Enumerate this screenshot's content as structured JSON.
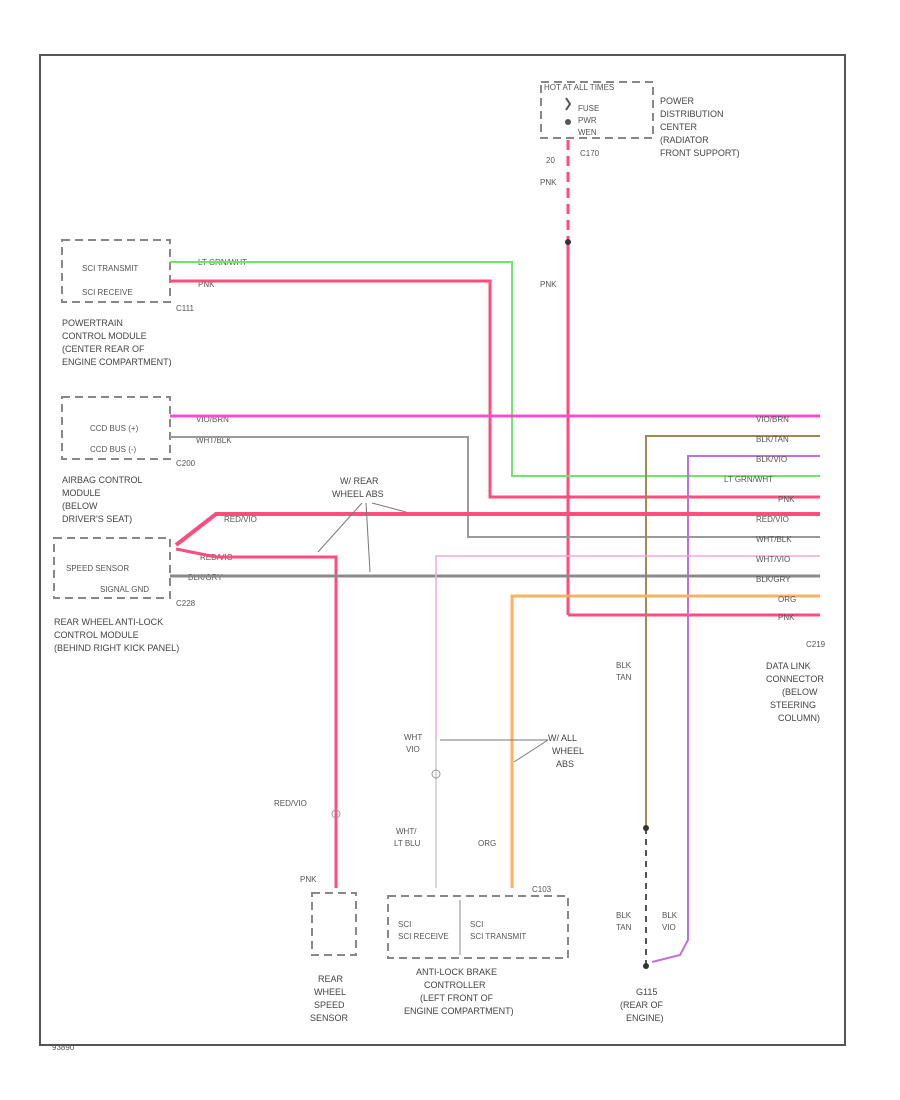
{
  "pdc": {
    "hot_label": "HOT AT ALL TIMES",
    "fuse_label": "FUSE",
    "fuse_sub1": "PWR",
    "fuse_sub2": "WEN",
    "name": [
      "POWER",
      "DISTRIBUTION",
      "CENTER",
      "(RADIATOR",
      "FRONT SUPPORT)"
    ],
    "connector": "C170",
    "wire_num": "20",
    "wire_upper": "PNK",
    "wire_lower": "PNK"
  },
  "pcm": {
    "pin1": "SCI TRANSMIT",
    "pin2": "SCI RECEIVE",
    "wire1": "LT GRN/WHT",
    "wire2": "PNK",
    "connector": "C111",
    "name": [
      "POWERTRAIN",
      "CONTROL MODULE",
      "(CENTER REAR OF",
      "ENGINE COMPARTMENT)"
    ]
  },
  "acm": {
    "pin1": "CCD BUS (+)",
    "pin2": "CCD BUS (-)",
    "wire1": "VIO/BRN",
    "wire2": "WHT/BLK",
    "connector": "C200",
    "name": [
      "AIRBAG CONTROL",
      "MODULE",
      "(BELOW",
      "DRIVER'S SEAT)"
    ]
  },
  "rwal": {
    "pin1": "SPEED SENSOR",
    "pin2": "SIGNAL GND",
    "wire1": "RED/VIO",
    "wire2": "RED/VIO",
    "wire3": "BLK/GRY",
    "connector": "C228",
    "name": [
      "REAR WHEEL ANTI-LOCK",
      "CONTROL MODULE",
      "(BEHIND RIGHT KICK PANEL)"
    ],
    "note": [
      "W/ REAR",
      "WHEEL ABS"
    ]
  },
  "dlc": {
    "pins": [
      "VIO/BRN",
      "BLK/TAN",
      "BLK/VIO",
      "LT GRN/WHT",
      "PNK",
      "RED/VIO",
      "WHT/BLK",
      "WHT/VIO",
      "BLK/GRY",
      "ORG",
      "PNK"
    ],
    "connector": "C219",
    "name": [
      "DATA LINK",
      "CONNECTOR",
      "(BELOW",
      "STEERING",
      "COLUMN)"
    ]
  },
  "abs": {
    "note": [
      "W/ ALL",
      "WHEEL",
      "ABS"
    ],
    "wire_wht": [
      "WHT",
      "VIO"
    ],
    "wire_wht_lt": [
      "WHT/",
      "LT BLU"
    ],
    "wire_org": [
      "ORG"
    ],
    "pin1": "SCI RECEIVE",
    "pin2": "SCI TRANSMIT",
    "connector": "C103",
    "name": [
      "ANTI-LOCK BRAKE",
      "CONTROLLER",
      "(LEFT FRONT OF",
      "ENGINE COMPARTMENT)"
    ]
  },
  "sensor": {
    "wire": "RED/VIO",
    "wire2": "PNK",
    "name": [
      "REAR",
      "WHEEL",
      "SPEED",
      "SENSOR"
    ]
  },
  "ground": {
    "wire1": [
      "BLK",
      "TAN"
    ],
    "wire2": [
      "BLK",
      "TAN"
    ],
    "wire3": [
      "BLK",
      "VIO"
    ],
    "connector": "G115",
    "name": [
      "(REAR OF",
      "ENGINE)"
    ]
  },
  "footer": "93890",
  "colors": {
    "pink": "#ff4d7d",
    "green": "#6ee66e",
    "magenta": "#f050d0",
    "gray": "#9a9a9a",
    "black": "#8a8a8a",
    "orange": "#ffb060",
    "violet": "#c070e0",
    "olive": "#a08a50",
    "lightpink": "#f0a8e0"
  }
}
